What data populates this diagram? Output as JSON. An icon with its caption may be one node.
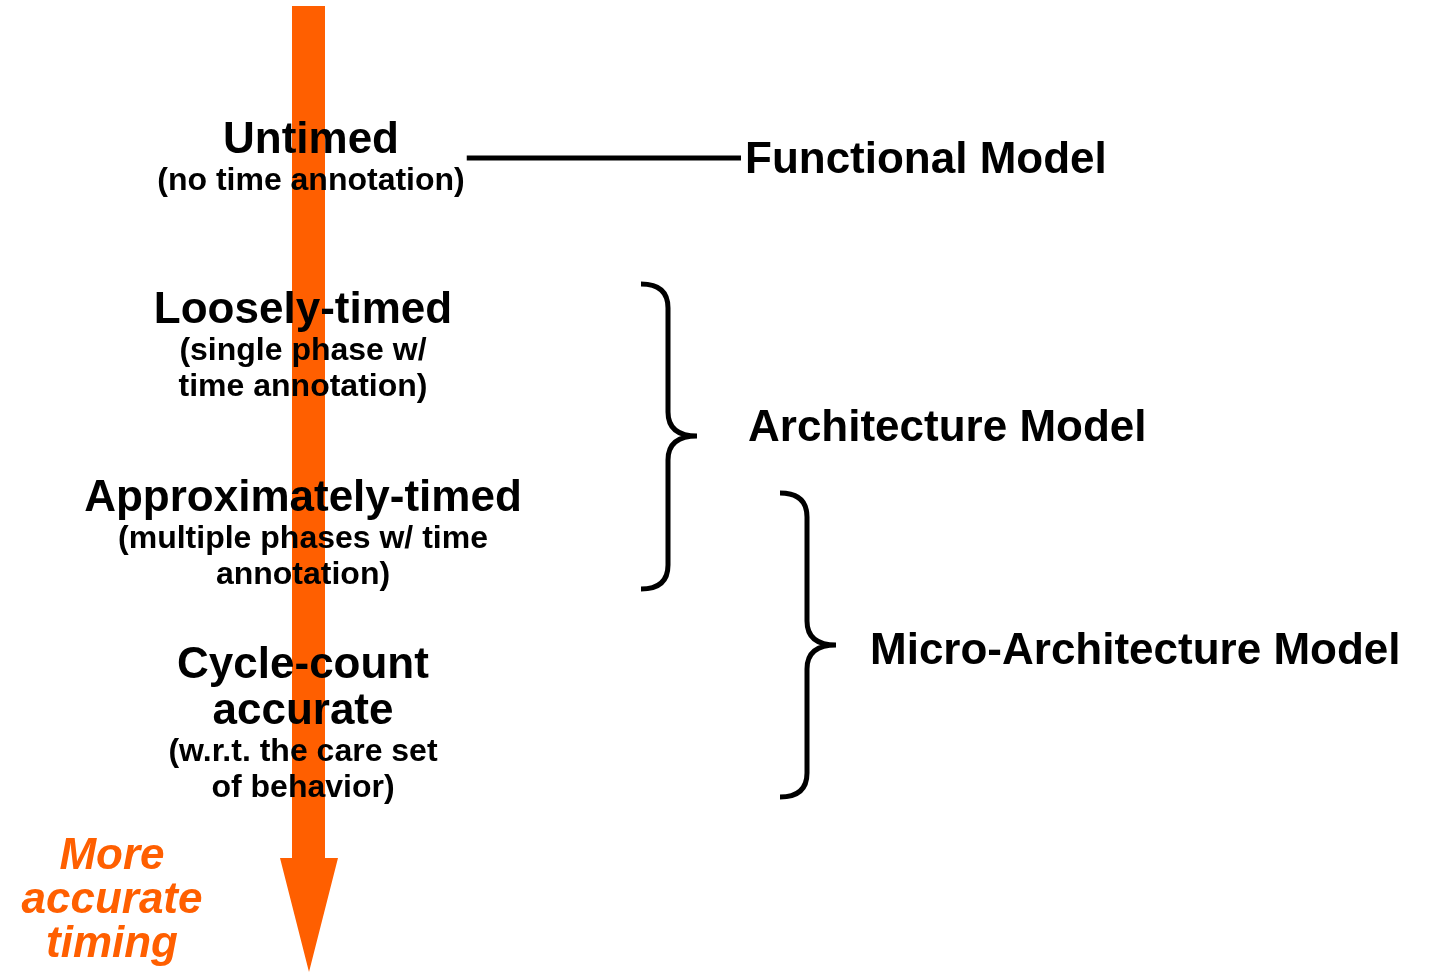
{
  "diagram": {
    "nodes": [
      {
        "text": [
          "Untimed",
          "(no time annotation)"
        ]
      },
      {
        "text": [
          "Loosely-timed",
          "(single phase w/ time annotation)"
        ]
      },
      {
        "text": [
          "Approximately-timed",
          "(multiple phases w/ time annotation)"
        ]
      },
      {
        "text": [
          "Cycle-count accurate",
          "(w.r.t. the care set of behavior)"
        ]
      },
      {
        "text": [
          "Functional Model"
        ]
      },
      {
        "text": [
          "Architecture Model"
        ]
      },
      {
        "text": [
          "Micro-Architecture Model"
        ]
      }
    ],
    "edges": [
      {
        "from": 0,
        "to": 4,
        "arrow": "none"
      }
    ],
    "labels": [
      "More accurate timing"
    ]
  }
}
